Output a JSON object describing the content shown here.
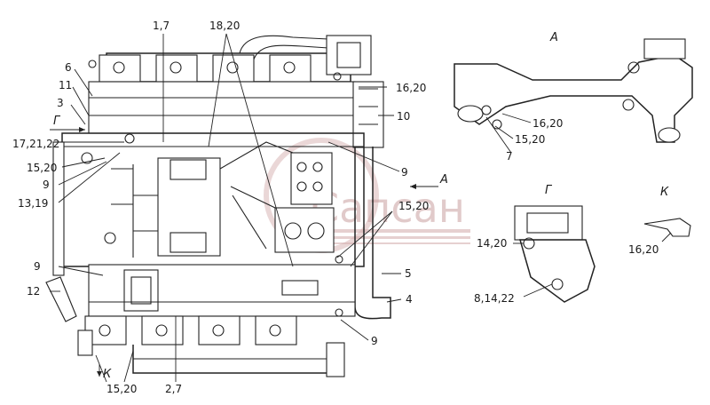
{
  "callouts": {
    "c_1_7": "1,7",
    "c_18_20": "18,20",
    "c_6": "6",
    "c_11": "11",
    "c_3": "3",
    "c_g_arrow": "Г",
    "c_17_21_22": "17,21,22",
    "c_15_20_left": "15,20",
    "c_9_left_upper": "9",
    "c_13_19": "13,19",
    "c_16_20_top": "16,20",
    "c_10": "10",
    "c_9_right_upper": "9",
    "c_a_arrow": "А",
    "c_15_20_mid": "15,20",
    "c_9_left_lower": "9",
    "c_12": "12",
    "c_5": "5",
    "c_4": "4",
    "c_9_right_lower": "9",
    "c_k_arrow": "К",
    "c_15_20_bottom": "15,20",
    "c_2_7": "2,7"
  },
  "view_a": {
    "title": "А",
    "c_16_20": "16,20",
    "c_15_20": "15,20",
    "c_7": "7"
  },
  "view_g": {
    "title": "Г",
    "c_14_20": "14,20",
    "c_8_14_22": "8,14,22"
  },
  "view_k": {
    "title": "К",
    "c_16_20": "16,20"
  },
  "watermark": {
    "text": "Сапсан",
    "color": "#c9a0a0"
  }
}
